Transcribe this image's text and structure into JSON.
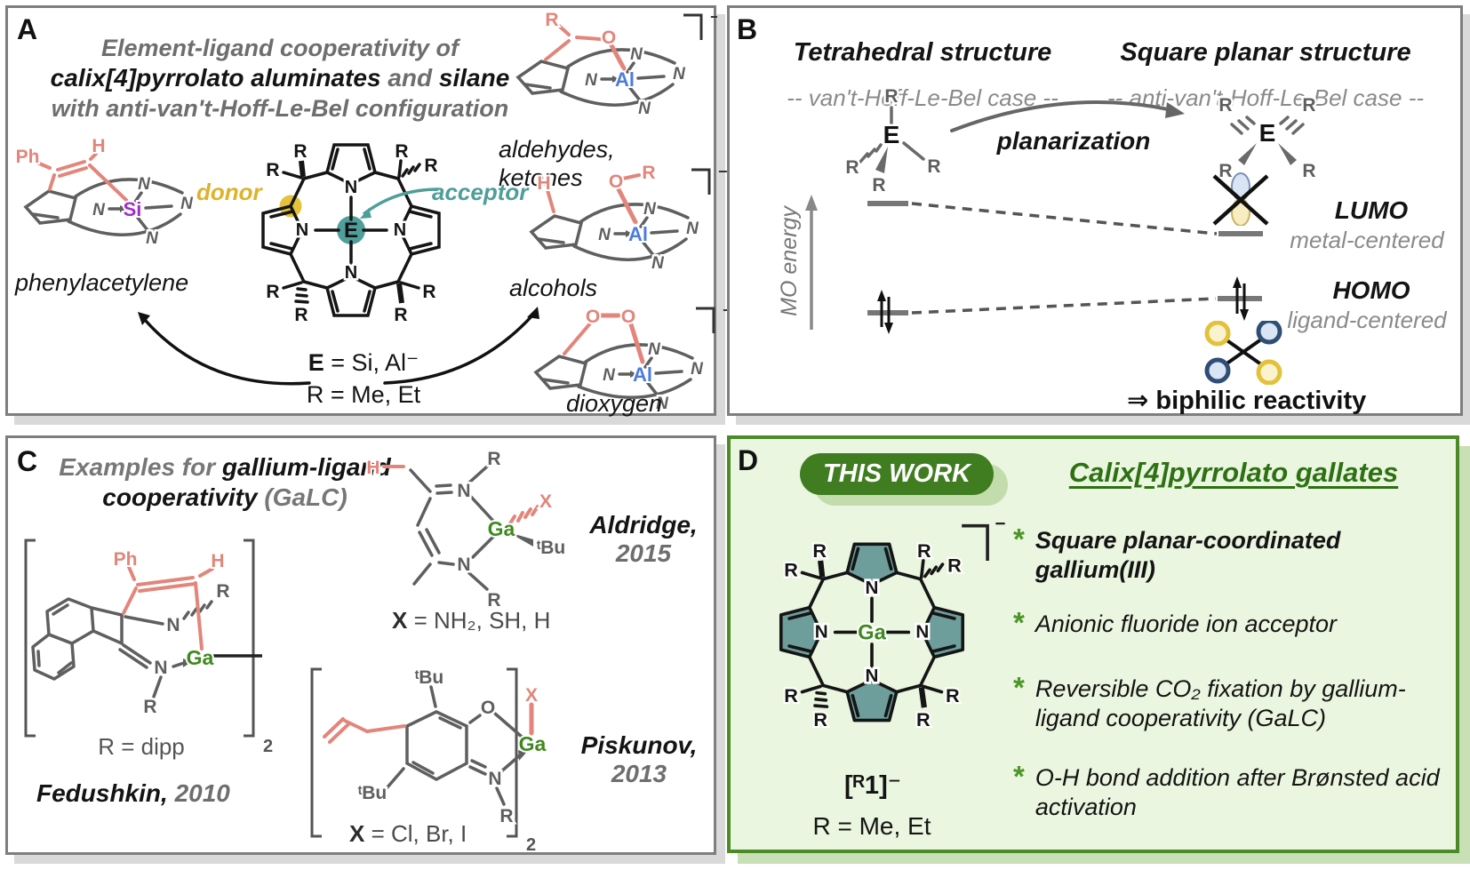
{
  "atoms": {
    "N": "N",
    "Al": "Al",
    "Si": "Si",
    "Ga": "Ga",
    "O": "O",
    "H": "H",
    "R": "R",
    "Ph": "Ph",
    "E": "E",
    "X": "X",
    "tBu": "ᵗBu",
    "sub2": "2",
    "minus": "−"
  },
  "panelA": {
    "label": "A",
    "title1": "Element-ligand cooperativity of",
    "title2a": "calix[4]pyrrolato aluminates",
    "title2b": " and ",
    "title2c": "silane",
    "title3": "with anti-van't-Hoff-Le-Bel configuration",
    "donor": "donor",
    "acceptor": "acceptor",
    "phenylacetylene": "phenylacetylene",
    "aldehydes": "aldehydes,",
    "ketones": "ketones",
    "alcohols": "alcohols",
    "dioxygen": "dioxygen",
    "e_sym": "E",
    "e_def": " = Si, Al⁻",
    "r_def": "R = Me, Et"
  },
  "panelB": {
    "label": "B",
    "tetra_title": "Tetrahedral structure",
    "tetra_sub": "-- van't-Hoff-Le-Bel case --",
    "planar_title": "Square planar structure",
    "planar_sub": "-- anti-van't-Hoff-Le-Bel case --",
    "planarization": "planarization",
    "axis": "MO energy",
    "lumo": "LUMO",
    "lumo_sub": "metal-centered",
    "homo": "HOMO",
    "homo_sub": "ligand-centered",
    "implies": "⇒ ",
    "conclusion": "biphilic reactivity"
  },
  "panelC": {
    "label": "C",
    "t1a": "Examples for ",
    "t1b": "gallium-ligand",
    "t2a": "cooperativity",
    "t2b": " (GaLC)",
    "x_sym": "X",
    "fedushkin_r": "R = dipp",
    "fedushkin": "Fedushkin,",
    "fedushkin_year": " 2010",
    "aldridge_x": " = NH₂, SH, H",
    "aldridge": "Aldridge,",
    "aldridge_year": "2015",
    "piskunov_x": " = Cl, Br, I",
    "piskunov": "Piskunov,",
    "piskunov_year": "2013"
  },
  "panelD": {
    "label": "D",
    "badge": "THIS WORK",
    "title": "Calix[4]pyrrolato gallates",
    "bullet_marker": "*",
    "bullets": [
      "Square planar-coordinated gallium(III)",
      "Anionic fluoride ion acceptor",
      "Reversible CO₂ fixation by gallium-ligand cooperativity (GaLC)",
      "O-H bond addition after Brønsted acid activation"
    ],
    "compound": "[ᴿ1]⁻",
    "r_def": "R = Me, Et"
  },
  "colors": {
    "salmon": "#e2867b",
    "aluminum_blue": "#4c7cde",
    "silicon_purple": "#a22ec8",
    "gallium_green": "#4c9628",
    "teal": "#4f9e9a",
    "donor_yellow": "#e4c23c",
    "panel_d_green": "#3f7d20",
    "panel_d_bg": "#eaf6df"
  }
}
